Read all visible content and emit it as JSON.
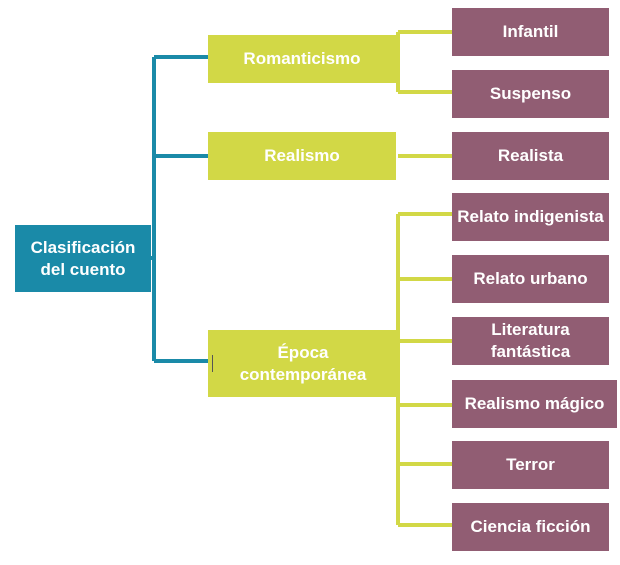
{
  "colors": {
    "root": "#1a8aa8",
    "category": "#d2d846",
    "leaf": "#915d73",
    "root_connector": "#1a8aa8",
    "category_connector": "#d2d846"
  },
  "root": {
    "label": "Clasificación del cuento"
  },
  "categories": [
    {
      "label": "Romanticismo",
      "children": [
        "Infantil",
        "Suspenso"
      ]
    },
    {
      "label": "Realismo",
      "children": [
        "Realista"
      ]
    },
    {
      "label": "Época contemporánea",
      "children": [
        "Relato indigenista",
        "Relato urbano",
        "Literatura fantástica",
        "Realismo mágico",
        "Terror",
        "Ciencia ficción"
      ]
    }
  ]
}
